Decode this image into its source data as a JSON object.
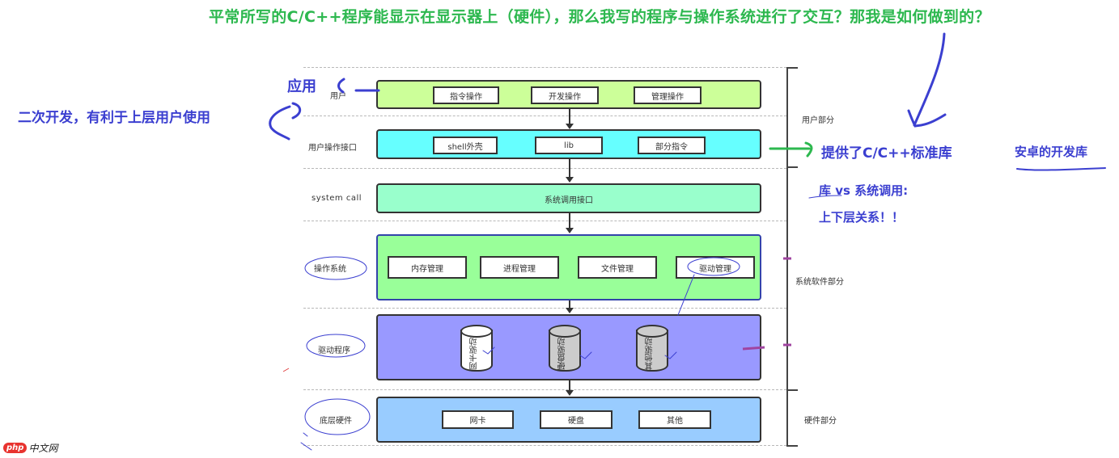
{
  "title": "平常所写的C/C++程序能显示在显示器上（硬件），那么我写的程序与操作系统进行了交互？那我是如何做到的？",
  "layers": [
    {
      "label": "用户",
      "items": [
        "指令操作",
        "开发操作",
        "管理操作"
      ],
      "color": "#ccff99"
    },
    {
      "label": "用户操作接口",
      "items": [
        "shell外壳",
        "lib",
        "部分指令"
      ],
      "color": "#66ffff"
    },
    {
      "label": "system call",
      "items": [
        "系统调用接口"
      ],
      "color": "#99ffcc"
    },
    {
      "label": "操作系统",
      "items": [
        "内存管理",
        "进程管理",
        "文件管理",
        "驱动管理"
      ],
      "color": "#99ff99"
    },
    {
      "label": "驱动程序",
      "items": [
        "网卡驱动",
        "硬盘驱动",
        "其他驱动"
      ],
      "color": "#9999ff"
    },
    {
      "label": "底层硬件",
      "items": [
        "网卡",
        "硬盘",
        "其他"
      ],
      "color": "#99ccff"
    }
  ],
  "sections": {
    "user": "用户部分",
    "system_software": "系统软件部分",
    "hardware": "硬件部分"
  },
  "annotations": {
    "app": "应用",
    "secondary_dev": "二次开发，有利于上层用户使用",
    "std_lib": "提供了C/C++标准库",
    "android_lib": "安卓的开发库",
    "lib_vs_syscall": "库 vs 系统调用:",
    "layer_relation": "上下层关系！！"
  },
  "watermark": {
    "logo": "php",
    "text": "中文网"
  }
}
